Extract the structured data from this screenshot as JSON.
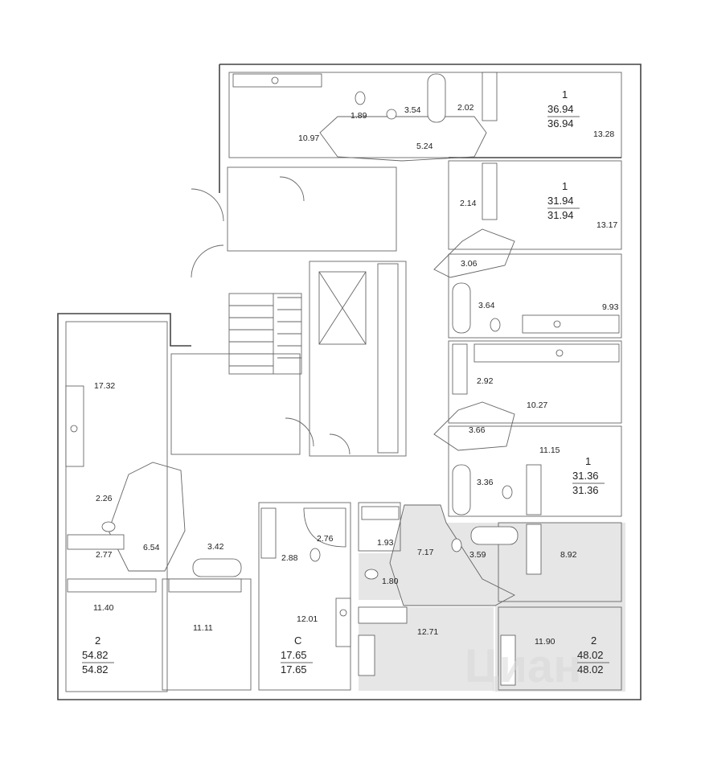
{
  "watermark": "Циан",
  "rooms": [
    {
      "id": "r1",
      "value": "10.97"
    },
    {
      "id": "r2",
      "value": "1.89"
    },
    {
      "id": "r3",
      "value": "3.54"
    },
    {
      "id": "r4",
      "value": "2.02"
    },
    {
      "id": "r5",
      "value": "5.24"
    },
    {
      "id": "r6",
      "value": "13.28"
    },
    {
      "id": "r7",
      "value": "2.14"
    },
    {
      "id": "r8",
      "value": "13.17"
    },
    {
      "id": "r9",
      "value": "3.06"
    },
    {
      "id": "r10",
      "value": "3.64"
    },
    {
      "id": "r11",
      "value": "9.93"
    },
    {
      "id": "r12",
      "value": "2.92"
    },
    {
      "id": "r13",
      "value": "10.27"
    },
    {
      "id": "r14",
      "value": "3.66"
    },
    {
      "id": "r15",
      "value": "11.15"
    },
    {
      "id": "r16",
      "value": "3.36"
    },
    {
      "id": "r17",
      "value": "17.32"
    },
    {
      "id": "r18",
      "value": "2.26"
    },
    {
      "id": "r19",
      "value": "6.54"
    },
    {
      "id": "r20",
      "value": "2.77"
    },
    {
      "id": "r21",
      "value": "3.42"
    },
    {
      "id": "r22",
      "value": "11.40"
    },
    {
      "id": "r23",
      "value": "11.11"
    },
    {
      "id": "r24",
      "value": "2.76"
    },
    {
      "id": "r25",
      "value": "2.88"
    },
    {
      "id": "r26",
      "value": "12.01"
    },
    {
      "id": "r27",
      "value": "1.93"
    },
    {
      "id": "r28",
      "value": "7.17"
    },
    {
      "id": "r29",
      "value": "1.80"
    },
    {
      "id": "r30",
      "value": "3.59"
    },
    {
      "id": "r31",
      "value": "8.92"
    },
    {
      "id": "r32",
      "value": "12.71"
    },
    {
      "id": "r33",
      "value": "11.90"
    }
  ],
  "apartments": [
    {
      "id": "a1",
      "rooms": "1",
      "area_top": "36.94",
      "area_bottom": "36.94"
    },
    {
      "id": "a2",
      "rooms": "1",
      "area_top": "31.94",
      "area_bottom": "31.94"
    },
    {
      "id": "a3",
      "rooms": "1",
      "area_top": "31.36",
      "area_bottom": "31.36"
    },
    {
      "id": "a4",
      "rooms": "2",
      "area_top": "54.82",
      "area_bottom": "54.82"
    },
    {
      "id": "a5",
      "rooms": "С",
      "area_top": "17.65",
      "area_bottom": "17.65"
    },
    {
      "id": "a6",
      "rooms": "2",
      "area_top": "48.02",
      "area_bottom": "48.02"
    }
  ]
}
